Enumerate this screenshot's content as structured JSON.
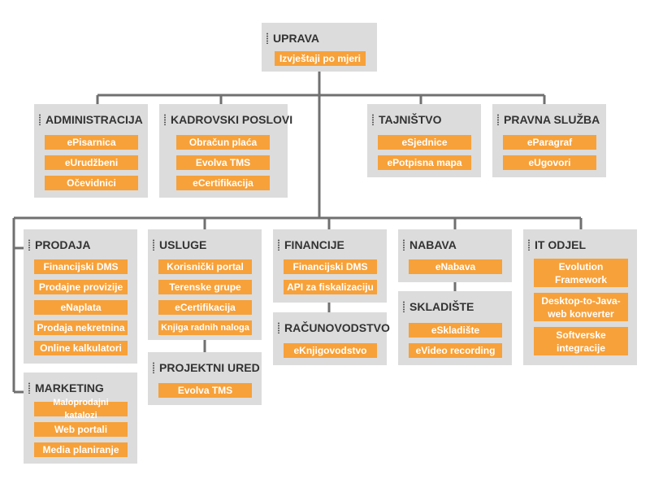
{
  "colors": {
    "box_bg": "#dcdcdc",
    "item_bg": "#f7a13a",
    "item_text": "#ffffff",
    "title_text": "#333333",
    "connector": "#707070"
  },
  "uprava": {
    "title": "UPRAVA",
    "items": [
      "Izvještaji po mjeri"
    ]
  },
  "administracija": {
    "title": "ADMINISTRACIJA",
    "items": [
      "ePisarnica",
      "eUrudžbeni",
      "Očevidnici"
    ]
  },
  "kadrovski": {
    "title": "KADROVSKI POSLOVI",
    "items": [
      "Obračun plaća",
      "Evolva TMS",
      "eCertifikacija"
    ]
  },
  "tajnistvo": {
    "title": "TAJNIŠTVO",
    "items": [
      "eSjednice",
      "ePotpisna mapa"
    ]
  },
  "pravna": {
    "title": "PRAVNA SLUŽBA",
    "items": [
      "eParagraf",
      "eUgovori"
    ]
  },
  "prodaja": {
    "title": "PRODAJA",
    "items": [
      "Financijski DMS",
      "Prodajne provizije",
      "eNaplata",
      "Prodaja nekretnina",
      "Online kalkulatori"
    ]
  },
  "marketing": {
    "title": "MARKETING",
    "items": [
      "Maloprodajni  katalozi",
      "Web portali",
      "Media planiranje"
    ]
  },
  "usluge": {
    "title": "USLUGE",
    "items": [
      "Korisnički portal",
      "Terenske grupe",
      "eCertifikacija",
      "Knjiga radnih naloga"
    ]
  },
  "projektni": {
    "title": "PROJEKTNI URED",
    "items": [
      "Evolva TMS"
    ]
  },
  "financije": {
    "title": "FINANCIJE",
    "items": [
      "Financijski DMS",
      "API za fiskalizaciju"
    ]
  },
  "racunovodstvo": {
    "title": "RAČUNOVODSTVO",
    "items": [
      "eKnjigovodstvo"
    ]
  },
  "nabava": {
    "title": "NABAVA",
    "items": [
      "eNabava"
    ]
  },
  "skladiste": {
    "title": "SKLADIŠTE",
    "items": [
      "eSkladište",
      "eVideo recording"
    ]
  },
  "it": {
    "title": "IT ODJEL",
    "items": [
      "Evolution\nFramework",
      "Desktop-to-Java-\nweb konverter",
      "Softverske\nintegracije"
    ]
  }
}
